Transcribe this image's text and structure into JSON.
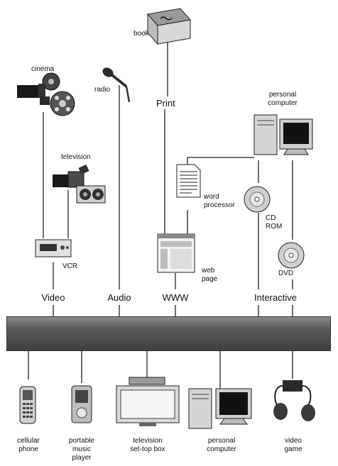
{
  "top_sources": {
    "book": "book",
    "cinema": "cinema",
    "radio": "radio",
    "television": "television",
    "personal_computer": [
      "personal",
      "computer"
    ],
    "word_processor": [
      "word",
      "processor"
    ],
    "vcr": "VCR",
    "cd_rom": [
      "CD",
      "ROM"
    ],
    "web_page": [
      "web",
      "page"
    ],
    "dvd": "DVD"
  },
  "channels": {
    "print": "Print",
    "video": "Video",
    "audio": "Audio",
    "www": "WWW",
    "interactive": "Interactive"
  },
  "devices": {
    "cellular_phone": [
      "cellular",
      "phone"
    ],
    "portable_music_player": [
      "portable",
      "music",
      "player"
    ],
    "television_box": [
      "television",
      "set-top box"
    ],
    "personal_computer": [
      "personal",
      "computer"
    ],
    "video_game": [
      "video",
      "game"
    ]
  }
}
